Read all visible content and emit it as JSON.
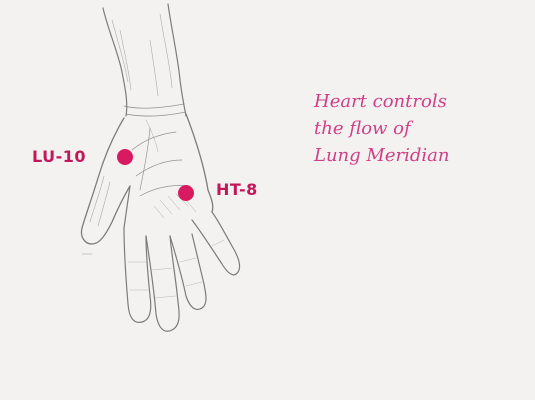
{
  "colors": {
    "background": "#f3f2f0",
    "sketch_stroke": "#7c7c7c",
    "point_fill": "#d81b60",
    "label_text": "#c2185b",
    "note_text": "#cf3f86"
  },
  "points": [
    {
      "label": "LU-10",
      "icon": "acupoint-dot"
    },
    {
      "label": "HT-8",
      "icon": "acupoint-dot"
    }
  ],
  "note": {
    "lines": [
      "Heart controls",
      "the flow of",
      "Lung Meridian"
    ]
  }
}
